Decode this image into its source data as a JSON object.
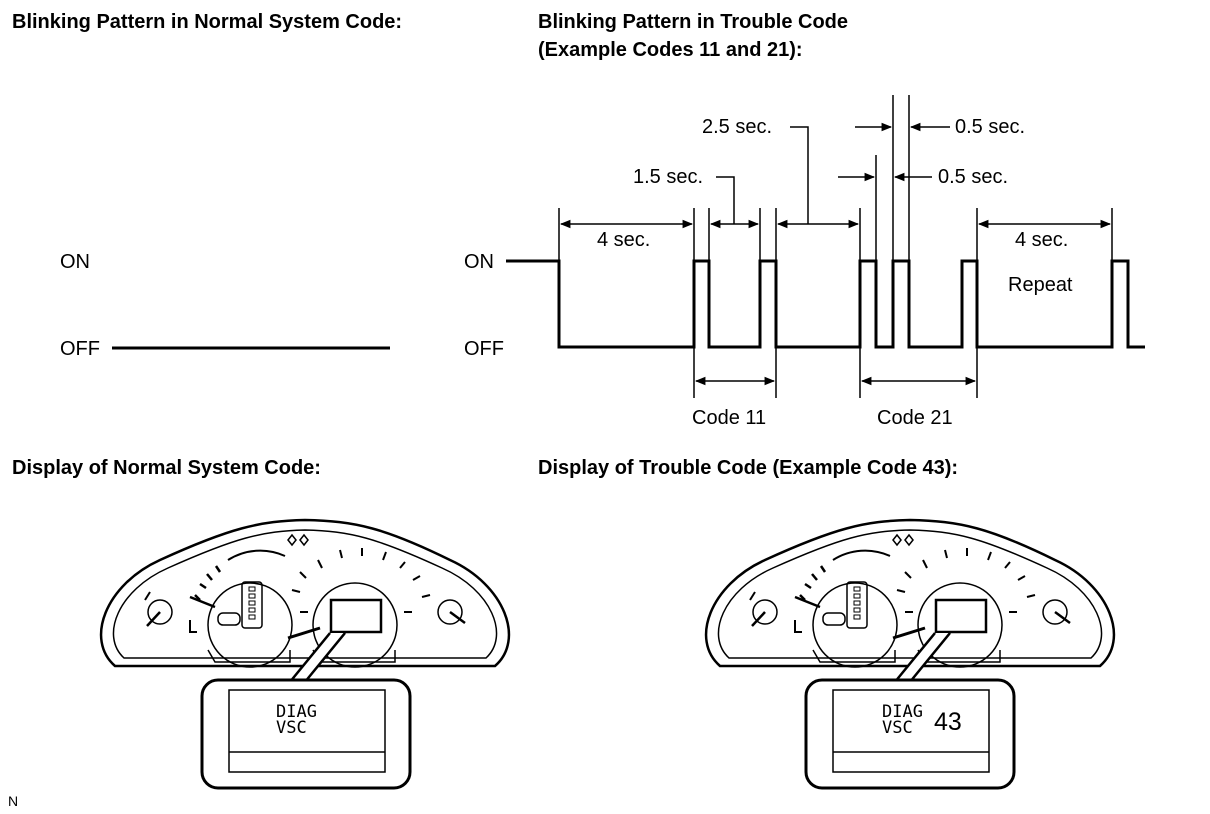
{
  "headings": {
    "normal_blink": "Blinking Pattern in Normal System Code:",
    "trouble_blink_line1": "Blinking Pattern in Trouble Code",
    "trouble_blink_line2": "(Example Codes 11 and 21):",
    "normal_display": "Display of Normal System Code:",
    "trouble_display": "Display of Trouble Code (Example Code 43):"
  },
  "normal_pattern": {
    "on_label": "ON",
    "off_label": "OFF"
  },
  "trouble_pattern": {
    "on_label": "ON",
    "off_label": "OFF",
    "timing": {
      "t_4sec_start": "4 sec.",
      "t_1_5": "1.5 sec.",
      "t_2_5": "2.5 sec.",
      "t_0_5_top": "0.5 sec.",
      "t_0_5_mid": "0.5 sec.",
      "t_4sec_repeat": "4 sec.",
      "repeat": "Repeat"
    },
    "codes": {
      "code11": "Code 11",
      "code21": "Code 21"
    }
  },
  "normal_display_panel": {
    "diag_line1": "DIAG",
    "diag_line2": "VSC",
    "code": ""
  },
  "trouble_display_panel": {
    "diag_line1": "DIAG",
    "diag_line2": "VSC",
    "code": "43"
  },
  "footer_mark": "N"
}
